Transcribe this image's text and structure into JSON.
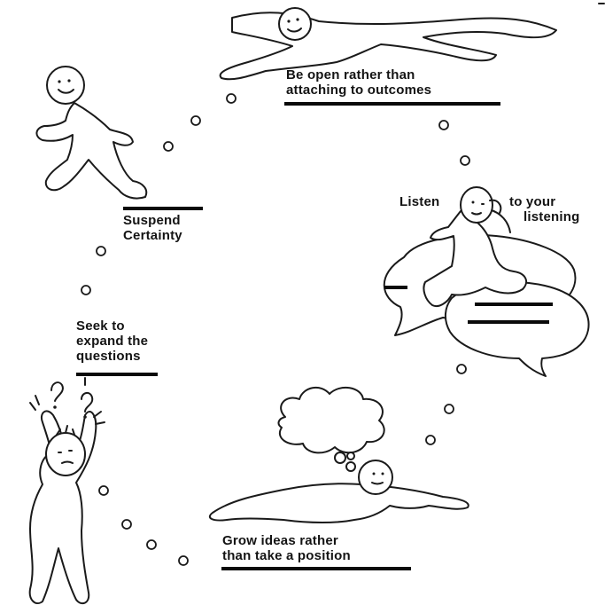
{
  "principles": {
    "open": {
      "lines": [
        "Be open rather than",
        "attaching to outcomes"
      ]
    },
    "suspend": {
      "lines": [
        "Suspend",
        "Certainty"
      ]
    },
    "listen": {
      "word": "Listen",
      "lines": [
        "to your",
        "listening"
      ]
    },
    "seek": {
      "lines": [
        "Seek to",
        "expand the",
        "questions"
      ]
    },
    "grow": {
      "lines": [
        "Grow ideas rather",
        "than take a position"
      ]
    }
  },
  "colors": {
    "ink": "#1a1a1a",
    "background": "#ffffff"
  }
}
